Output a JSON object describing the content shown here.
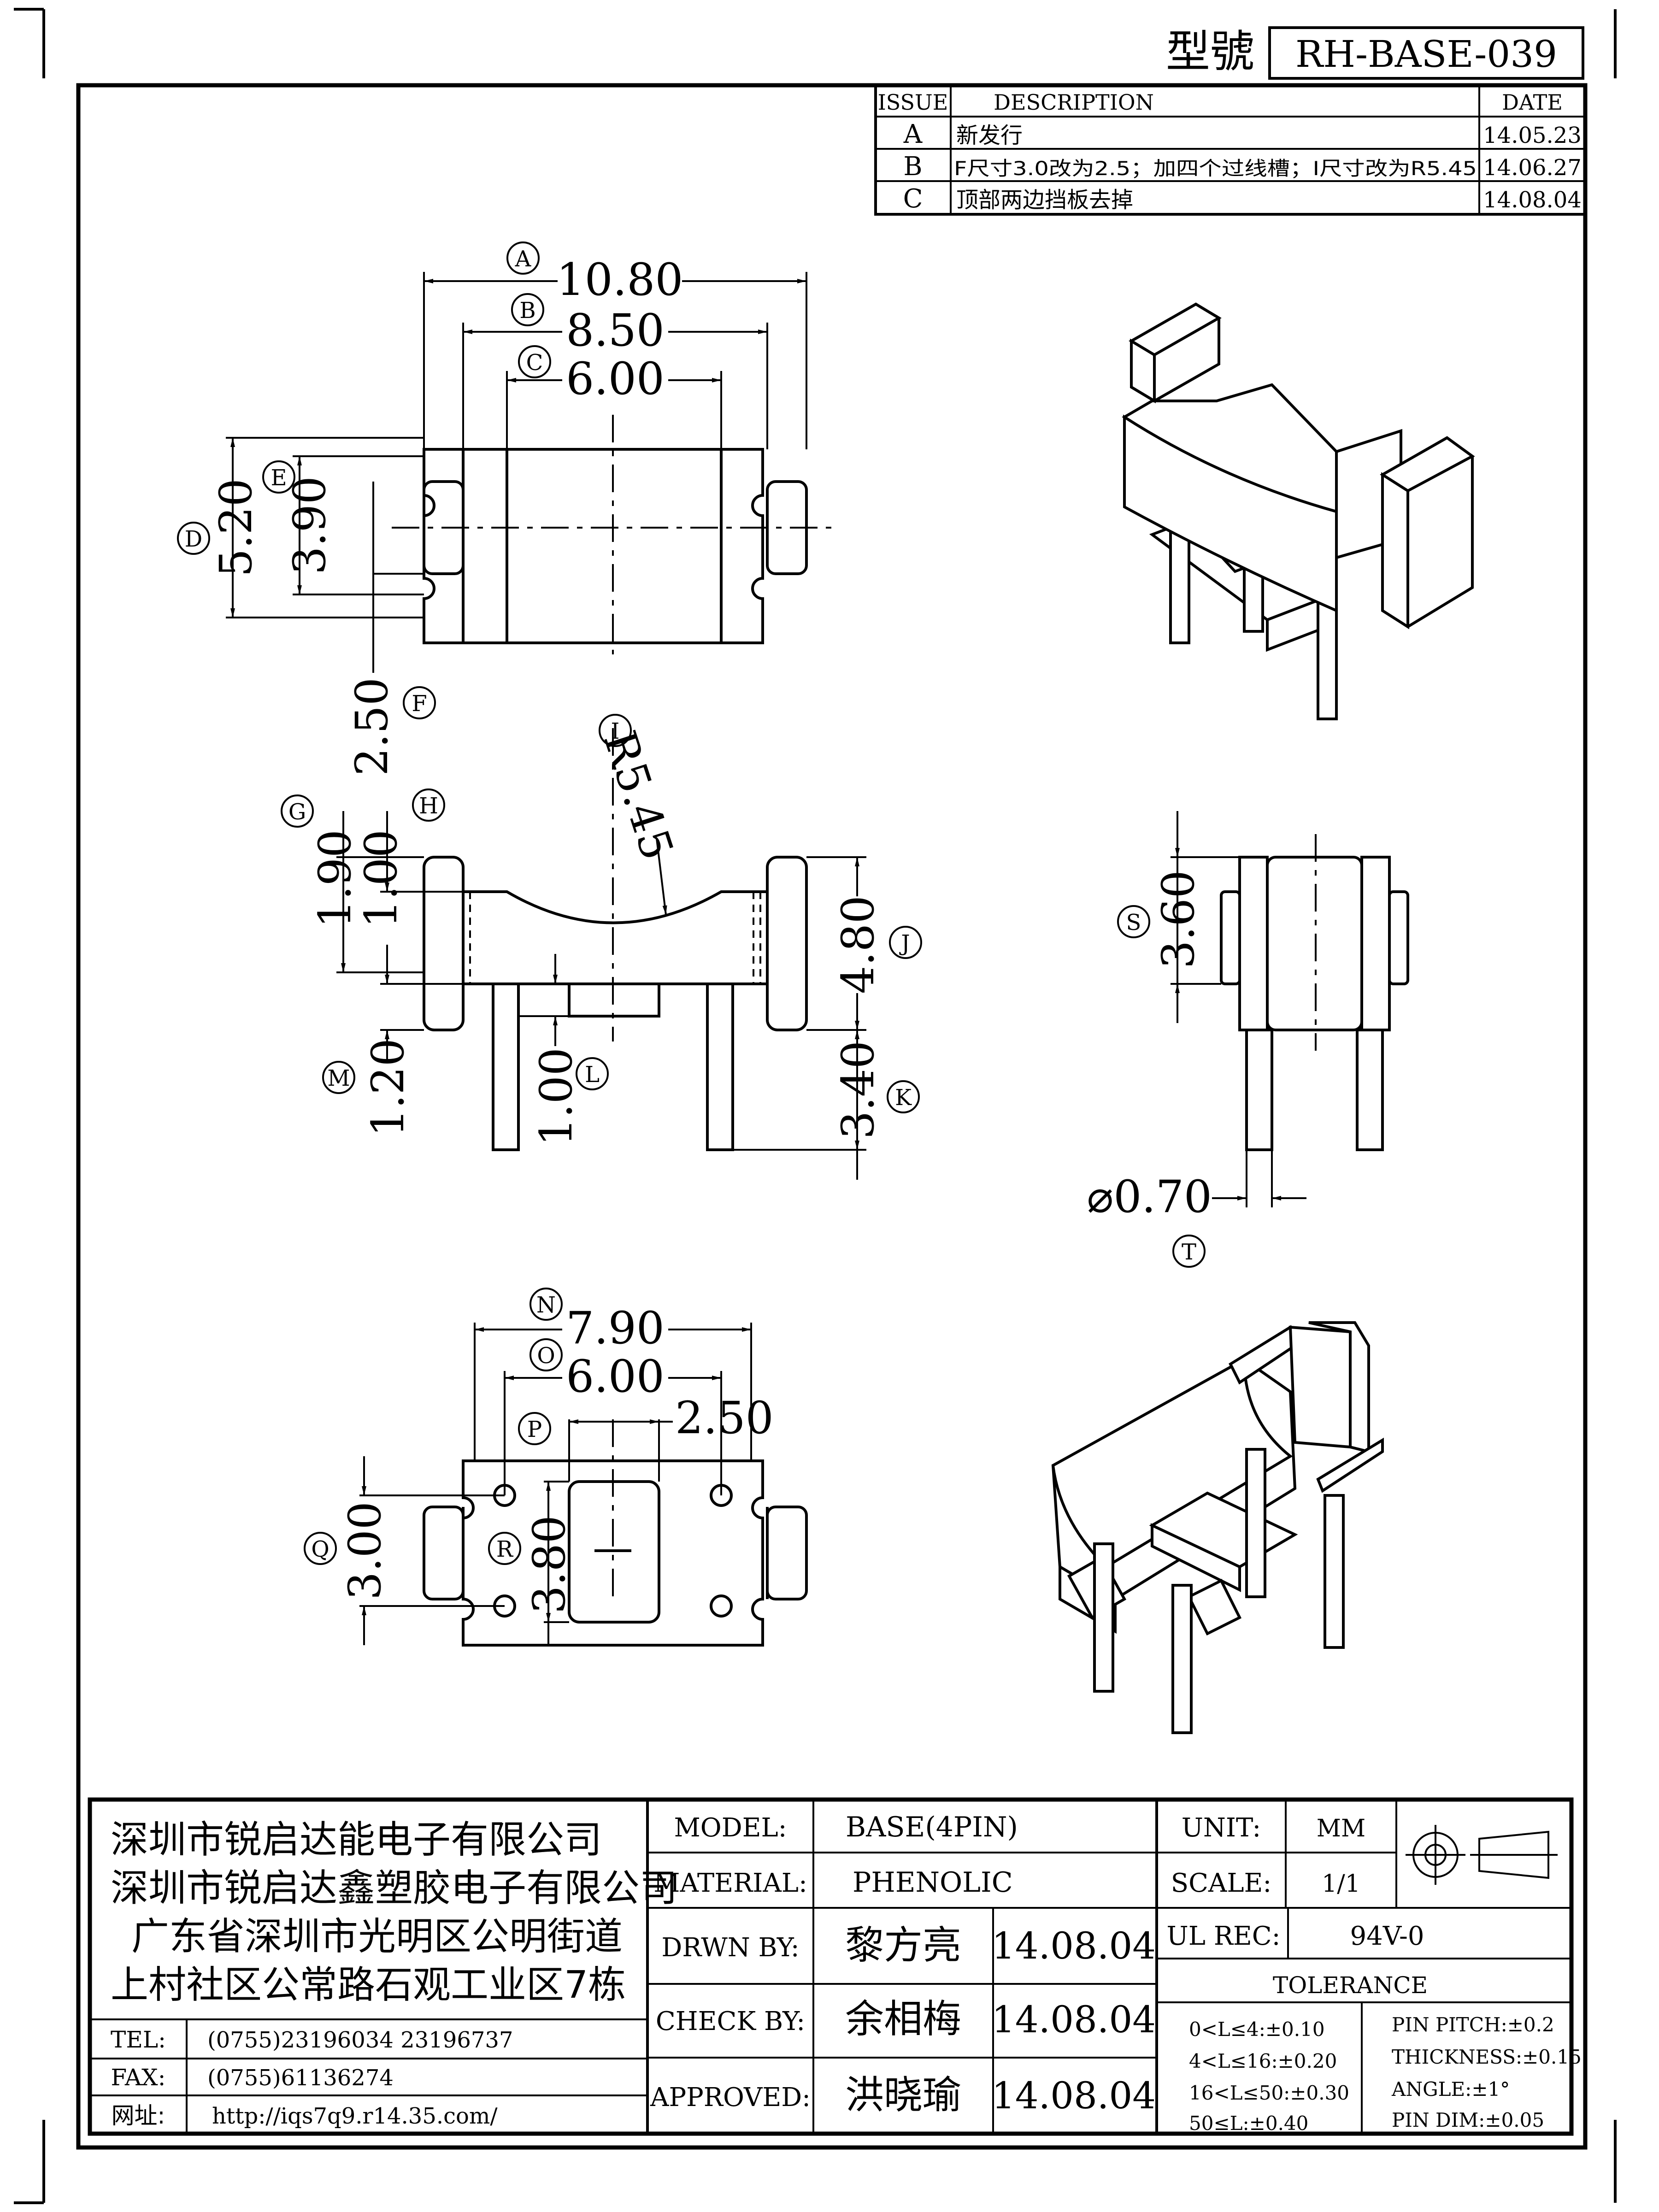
{
  "header": {
    "model_label": "型號",
    "model_value": "RH-BASE-039"
  },
  "revisions": {
    "headers": {
      "issue": "ISSUE",
      "description": "DESCRIPTION",
      "date": "DATE"
    },
    "rows": [
      {
        "issue": "A",
        "description": "新发行",
        "date": "14.05.23"
      },
      {
        "issue": "B",
        "description": "F尺寸3.0改为2.5；加四个过线槽；I尺寸改为R5.45",
        "date": "14.06.27"
      },
      {
        "issue": "C",
        "description": "顶部两边挡板去掉",
        "date": "14.08.04"
      }
    ]
  },
  "top_view": {
    "A": {
      "tag": "A",
      "value": "10.80"
    },
    "B": {
      "tag": "B",
      "value": "8.50"
    },
    "C": {
      "tag": "C",
      "value": "6.00"
    },
    "D": {
      "tag": "D",
      "value": "5.20"
    },
    "E": {
      "tag": "E",
      "value": "3.90"
    },
    "F": {
      "tag": "F",
      "value": "2.50"
    }
  },
  "front_view": {
    "G": {
      "tag": "G",
      "value": "1.90"
    },
    "H": {
      "tag": "H",
      "value": "1.00"
    },
    "I": {
      "tag": "I",
      "value": "R5.45"
    },
    "J": {
      "tag": "J",
      "value": "4.80"
    },
    "K": {
      "tag": "K",
      "value": "3.40"
    },
    "L": {
      "tag": "L",
      "value": "1.00"
    },
    "M": {
      "tag": "M",
      "value": "1.20"
    }
  },
  "side_view": {
    "S": {
      "tag": "S",
      "value": "3.60"
    },
    "T": {
      "tag": "T",
      "value": "⌀0.70"
    }
  },
  "bottom_view": {
    "N": {
      "tag": "N",
      "value": "7.90"
    },
    "O": {
      "tag": "O",
      "value": "6.00"
    },
    "P": {
      "tag": "P",
      "value": "2.50"
    },
    "Q": {
      "tag": "Q",
      "value": "3.00"
    },
    "R": {
      "tag": "R",
      "value": "3.80"
    }
  },
  "title_block": {
    "company_lines": [
      "深圳市锐启达能电子有限公司",
      "深圳市锐启达鑫塑胶电子有限公司",
      "广东省深圳市光明区公明街道",
      "上村社区公常路石观工业区7栋"
    ],
    "tel_label": "TEL:",
    "tel_value": "(0755)23196034  23196737",
    "fax_label": "FAX:",
    "fax_value": "(0755)61136274",
    "web_label": "网址:",
    "web_value": "http://iqs7q9.r14.35.com/",
    "model_label": "MODEL:",
    "model_value": "BASE(4PIN)",
    "material_label": "MATERIAL:",
    "material_value": "PHENOLIC",
    "drawn_label": "DRWN BY:",
    "drawn_name": "黎方亮",
    "drawn_date": "14.08.04",
    "check_label": "CHECK BY:",
    "check_name": "余相梅",
    "check_date": "14.08.04",
    "approved_label": "APPROVED:",
    "approved_name": "洪晓瑜",
    "approved_date": "14.08.04",
    "unit_label": "UNIT:",
    "unit_value": "MM",
    "scale_label": "SCALE:",
    "scale_value": "1/1",
    "ul_label": "UL REC:",
    "ul_value": "94V-0",
    "tolerance_label": "TOLERANCE",
    "tolerance_left": [
      "0<L≤4:±0.10",
      "4<L≤16:±0.20",
      "16<L≤50:±0.30",
      "50≤L:±0.40"
    ],
    "tolerance_right": [
      "PIN PITCH:±0.2",
      "THICKNESS:±0.15",
      "ANGLE:±1°",
      "PIN DIM:±0.05"
    ]
  }
}
